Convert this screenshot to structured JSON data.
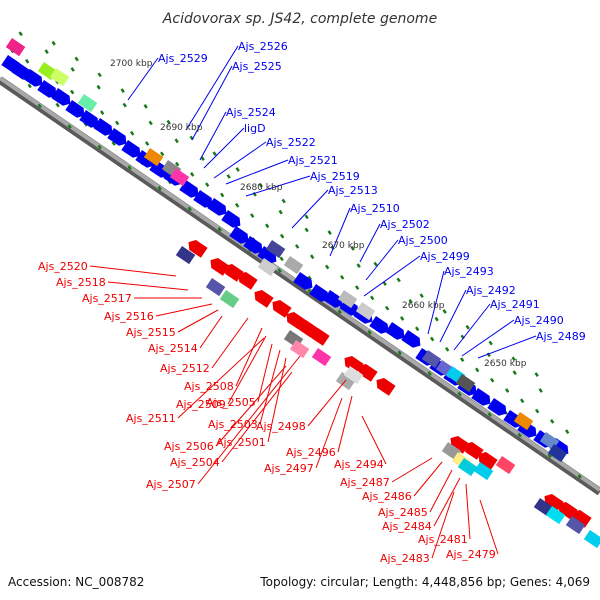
{
  "title": "Acidovorax sp. JS42, complete genome",
  "accession": "Accession: NC_008782",
  "topology": "Topology: circular; Length: 4,448,856 bp; Genes: 4,069",
  "colors": {
    "forward": "#0000ee",
    "reverse": "#ee0000",
    "backbone": "#8a8a8a",
    "tick": "#1a7a1a"
  },
  "kbp_labels": [
    "2700 kbp",
    "2690 kbp",
    "2680 kbp",
    "2670 kbp",
    "2660 kbp",
    "2650 kbp"
  ],
  "top_labels": [
    "Ajs_2529",
    "Ajs_2526",
    "Ajs_2525",
    "Ajs_2524",
    "ligD",
    "Ajs_2522",
    "Ajs_2521",
    "Ajs_2519",
    "Ajs_2513",
    "Ajs_2510",
    "Ajs_2502",
    "Ajs_2500",
    "Ajs_2499",
    "Ajs_2493",
    "Ajs_2492",
    "Ajs_2491",
    "Ajs_2490",
    "Ajs_2489"
  ],
  "bottom_labels": [
    "Ajs_2520",
    "Ajs_2518",
    "Ajs_2517",
    "Ajs_2516",
    "Ajs_2515",
    "Ajs_2514",
    "Ajs_2512",
    "Ajs_2508",
    "Ajs_2509",
    "Ajs_2505",
    "Ajs_2511",
    "Ajs_2503",
    "Ajs_2501",
    "Ajs_2506",
    "Ajs_2504",
    "Ajs_2507",
    "Ajs_2498",
    "Ajs_2497",
    "Ajs_2496",
    "Ajs_2494",
    "Ajs_2487",
    "Ajs_2486",
    "Ajs_2485",
    "Ajs_2484",
    "Ajs_2481",
    "Ajs_2483",
    "Ajs_2479"
  ]
}
